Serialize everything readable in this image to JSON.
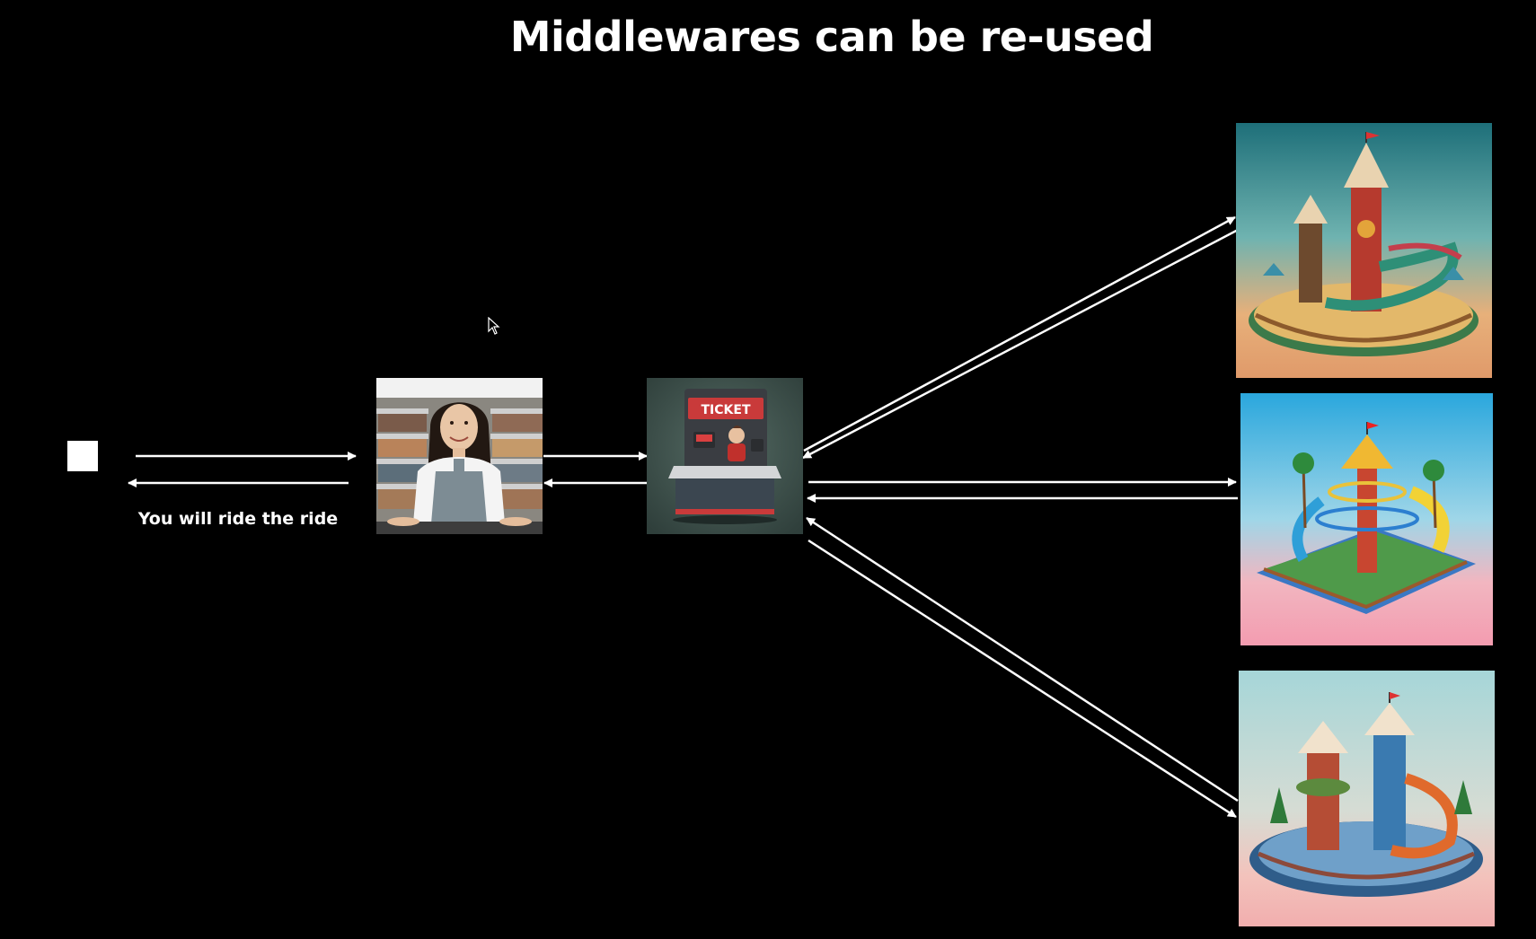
{
  "slide": {
    "title": "Middlewares can be re-used",
    "caption": "You will ride the ride",
    "background": "#000000",
    "foreground": "#ffffff"
  },
  "nodes": {
    "client": {
      "label": "",
      "shape": "white-square"
    },
    "shopkeeper": {
      "label": "",
      "depicts": "smiling store clerk in apron"
    },
    "ticket_booth": {
      "label": "TICKET",
      "depicts": "ticket counter with attendant"
    },
    "rides": [
      {
        "depicts": "amusement park ride with red tower and green slide"
      },
      {
        "depicts": "amusement park ride with carousel tower and yellow slides"
      },
      {
        "depicts": "amusement park ride with twin towers and orange slide"
      }
    ]
  }
}
